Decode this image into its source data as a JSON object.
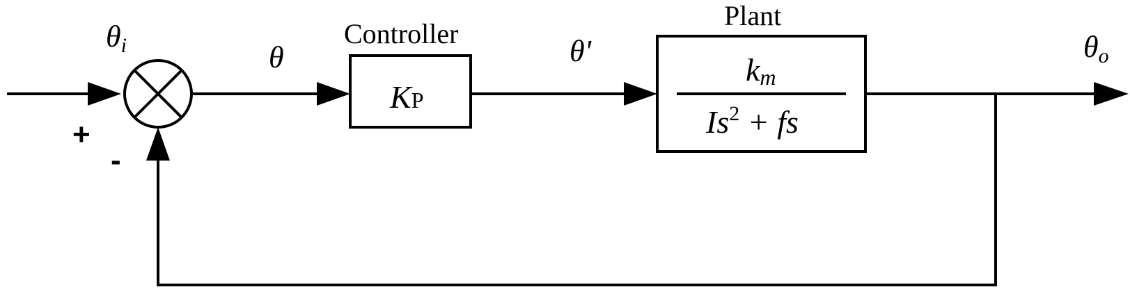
{
  "signals": {
    "input_base": "θ",
    "input_sub": "i",
    "error": "θ",
    "control": "θ'",
    "output_base": "θ",
    "output_sub": "o"
  },
  "summing_junction": {
    "plus": "+",
    "minus": "-"
  },
  "controller": {
    "title": "Controller",
    "gain_base": "K",
    "gain_sub": "P"
  },
  "plant": {
    "title": "Plant",
    "numerator_base": "k",
    "numerator_sub": "m",
    "denominator_prefix": "Is",
    "denominator_exp": "2",
    "denominator_suffix": " + fs"
  }
}
